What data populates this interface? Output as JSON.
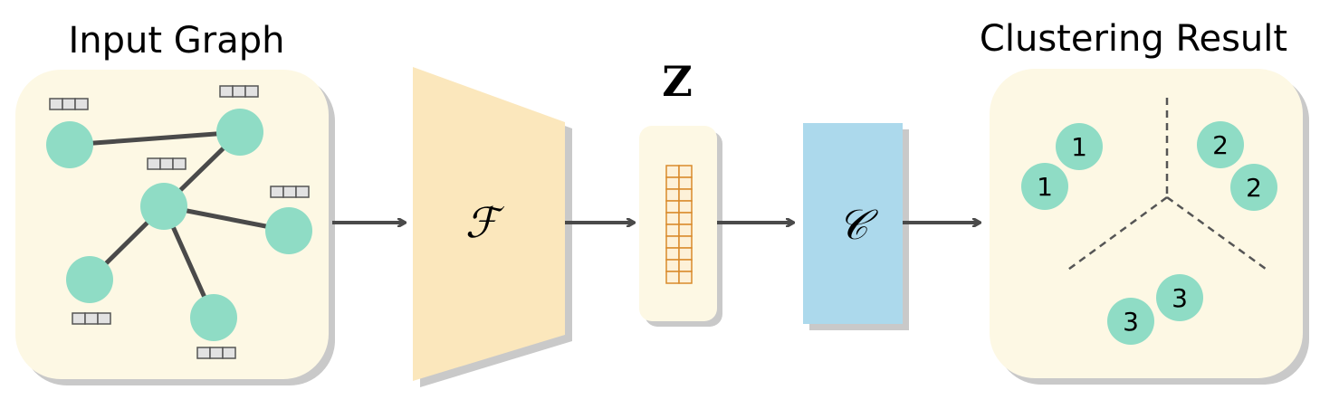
{
  "input_title": "Input Graph",
  "encoder_symbol": "ℱ",
  "embedding_label": "Z",
  "clustering_symbol": "𝒞",
  "output_title": "Clustering Result",
  "cluster_labels": [
    "1",
    "1",
    "2",
    "2",
    "3",
    "3"
  ],
  "colors": {
    "panel": "#fdf8e4",
    "panel_shadow": "#c9c9c9",
    "node": "#8fdcc5",
    "edge": "#4a4a4a",
    "feature_box_fill": "#e2e2e2",
    "feature_box_stroke": "#555555",
    "encoder": "#fbe7bc",
    "embedding_grid": "#d98a2b",
    "clusterer": "#acd9ec",
    "arrow": "#4a4a4a"
  }
}
